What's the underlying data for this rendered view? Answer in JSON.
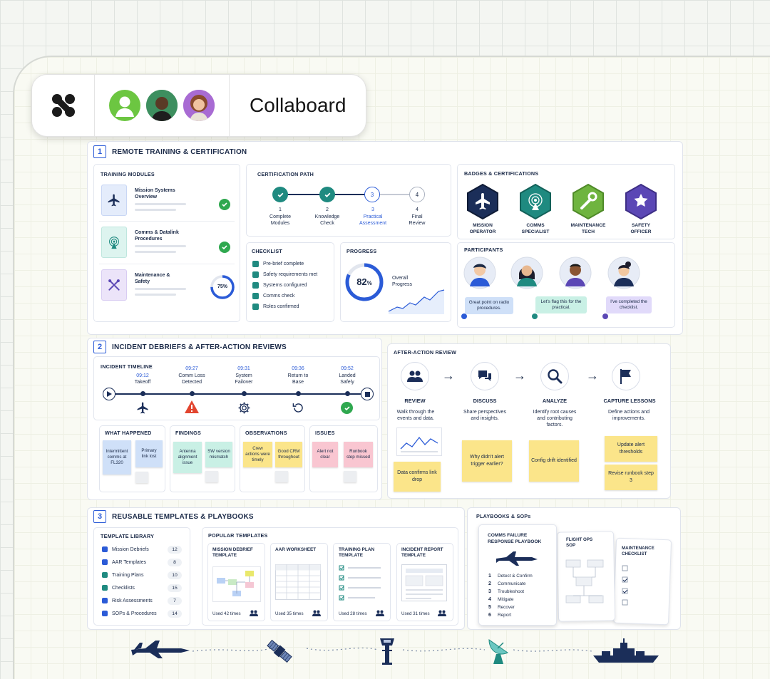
{
  "app": {
    "title": "Collaboard"
  },
  "colors": {
    "accent": "#2b5bd7",
    "navy": "#1b2e59",
    "success": "#2fa84f",
    "teal": "#1f8a80",
    "sticky_yellow": "#fbe58a"
  },
  "section1": {
    "number": "1",
    "title": "REMOTE TRAINING & CERTIFICATION",
    "modules_title": "TRAINING MODULES",
    "modules": [
      {
        "name": "Mission Systems Overview",
        "icon": "airplane-icon",
        "status": "complete"
      },
      {
        "name": "Comms & Datalink Procedures",
        "icon": "radar-icon",
        "status": "complete"
      },
      {
        "name": "Maintenance & Safety",
        "icon": "tools-icon",
        "status": "in-progress",
        "progress_label": "75%",
        "progress": 0.75
      }
    ],
    "cert_title": "CERTIFICATION PATH",
    "cert_steps": [
      {
        "num": "1",
        "label": "Complete Modules",
        "state": "done"
      },
      {
        "num": "2",
        "label": "Knowledge Check",
        "state": "done"
      },
      {
        "num": "3",
        "label": "Practical Assessment",
        "state": "current"
      },
      {
        "num": "4",
        "label": "Final Review",
        "state": "pending"
      }
    ],
    "checklist_title": "CHECKLIST",
    "checklist": [
      "Pre-brief complete",
      "Safety requirements met",
      "Systems configured",
      "Comms check",
      "Roles confirmed"
    ],
    "progress_title": "PROGRESS",
    "progress_value": "82",
    "progress_unit": "%",
    "progress_fraction": 0.82,
    "progress_caption": "Overall Progress",
    "badges_title": "BADGES & CERTIFICATIONS",
    "badges": [
      {
        "label": "MISSION OPERATOR",
        "icon": "airplane-icon",
        "color": "#1b2e59"
      },
      {
        "label": "COMMS SPECIALIST",
        "icon": "radar-icon",
        "color": "#1f8a80"
      },
      {
        "label": "MAINTENANCE TECH",
        "icon": "wrench-icon",
        "color": "#6fb43f"
      },
      {
        "label": "SAFETY OFFICER",
        "icon": "star-icon",
        "color": "#5b47b5"
      }
    ],
    "participants_title": "PARTICIPANTS",
    "comments": [
      {
        "text": "Great point on radio procedures.",
        "color": "#cfe0f8",
        "dot": "#2b5bd7"
      },
      {
        "text": "Let's flag this for the practical.",
        "color": "#c9f0e5",
        "dot": "#1f8a80"
      },
      {
        "text": "I've completed the checklist.",
        "color": "#e1dafa",
        "dot": "#5b47b5"
      }
    ]
  },
  "section2": {
    "number": "2",
    "title": "INCIDENT DEBRIEFS & AFTER-ACTION REVIEWS",
    "timeline_title": "INCIDENT TIMELINE",
    "events": [
      {
        "time": "09:12",
        "label": "Takeoff",
        "icon": "airplane-icon"
      },
      {
        "time": "09:27",
        "label": "Comm Loss Detected",
        "icon": "warning-icon"
      },
      {
        "time": "09:31",
        "label": "System Failover",
        "icon": "gear-icon"
      },
      {
        "time": "09:36",
        "label": "Return to Base",
        "icon": "return-icon"
      },
      {
        "time": "09:52",
        "label": "Landed Safely",
        "icon": "check-icon"
      }
    ],
    "boards": [
      {
        "title": "WHAT HAPPENED",
        "notes": [
          {
            "text": "Intermittent comms at FL320",
            "color": "b"
          },
          {
            "text": "Primary link lost",
            "color": "b"
          }
        ]
      },
      {
        "title": "FINDINGS",
        "notes": [
          {
            "text": "Antenna alignment issue",
            "color": "g"
          },
          {
            "text": "SW version mismatch",
            "color": "g"
          }
        ]
      },
      {
        "title": "OBSERVATIONS",
        "notes": [
          {
            "text": "Crew actions were timely",
            "color": "y"
          },
          {
            "text": "Good CRM throughout",
            "color": "y"
          }
        ]
      },
      {
        "title": "ISSUES",
        "notes": [
          {
            "text": "Alert not clear",
            "color": "p"
          },
          {
            "text": "Runbook step missed",
            "color": "p"
          }
        ]
      }
    ],
    "aar_title": "AFTER-ACTION REVIEW",
    "aar_steps": [
      {
        "title": "REVIEW",
        "desc": "Walk through the events and data.",
        "icon": "people-icon",
        "notes": [
          "Data confirms link drop"
        ]
      },
      {
        "title": "DISCUSS",
        "desc": "Share perspectives and insights.",
        "icon": "chat-icon",
        "notes": [
          "Why didn't alert trigger earlier?"
        ]
      },
      {
        "title": "ANALYZE",
        "desc": "Identify root causes and contributing factors.",
        "icon": "search-icon",
        "notes": [
          "Config drift identified"
        ]
      },
      {
        "title": "CAPTURE LESSONS",
        "desc": "Define actions and improvements.",
        "icon": "flag-icon",
        "notes": [
          "Update alert thresholds",
          "Revise runbook step 3"
        ]
      }
    ],
    "arrow": "→"
  },
  "section3": {
    "number": "3",
    "title": "REUSABLE TEMPLATES & PLAYBOOKS",
    "library_title": "TEMPLATE LIBRARY",
    "library": [
      {
        "name": "Mission Debriefs",
        "count": "12"
      },
      {
        "name": "AAR Templates",
        "count": "8"
      },
      {
        "name": "Training Plans",
        "count": "10"
      },
      {
        "name": "Checklists",
        "count": "15"
      },
      {
        "name": "Risk Assessments",
        "count": "7"
      },
      {
        "name": "SOPs & Procedures",
        "count": "14"
      }
    ],
    "popular_title": "POPULAR TEMPLATES",
    "templates": [
      {
        "name": "MISSION DEBRIEF TEMPLATE",
        "used": "Used 42 times"
      },
      {
        "name": "AAR WORKSHEET",
        "used": "Used 35 times"
      },
      {
        "name": "TRAINING PLAN TEMPLATE",
        "used": "Used 28 times"
      },
      {
        "name": "INCIDENT REPORT TEMPLATE",
        "used": "Used 31 times"
      }
    ],
    "playbooks_title": "PLAYBOOKS & SOPs",
    "playbook": {
      "title": "COMMS FAILURE RESPONSE PLAYBOOK",
      "steps": [
        {
          "n": "1",
          "t": "Detect & Confirm"
        },
        {
          "n": "2",
          "t": "Communicate"
        },
        {
          "n": "3",
          "t": "Troubleshoot"
        },
        {
          "n": "4",
          "t": "Mitigate"
        },
        {
          "n": "5",
          "t": "Recover"
        },
        {
          "n": "6",
          "t": "Report"
        }
      ]
    },
    "sop_title": "FLIGHT OPS SOP",
    "maint_title": "MAINTENANCE CHECKLIST"
  },
  "footer_icons": [
    "jet-icon",
    "satellite-icon",
    "tower-icon",
    "dish-icon",
    "ship-icon"
  ]
}
